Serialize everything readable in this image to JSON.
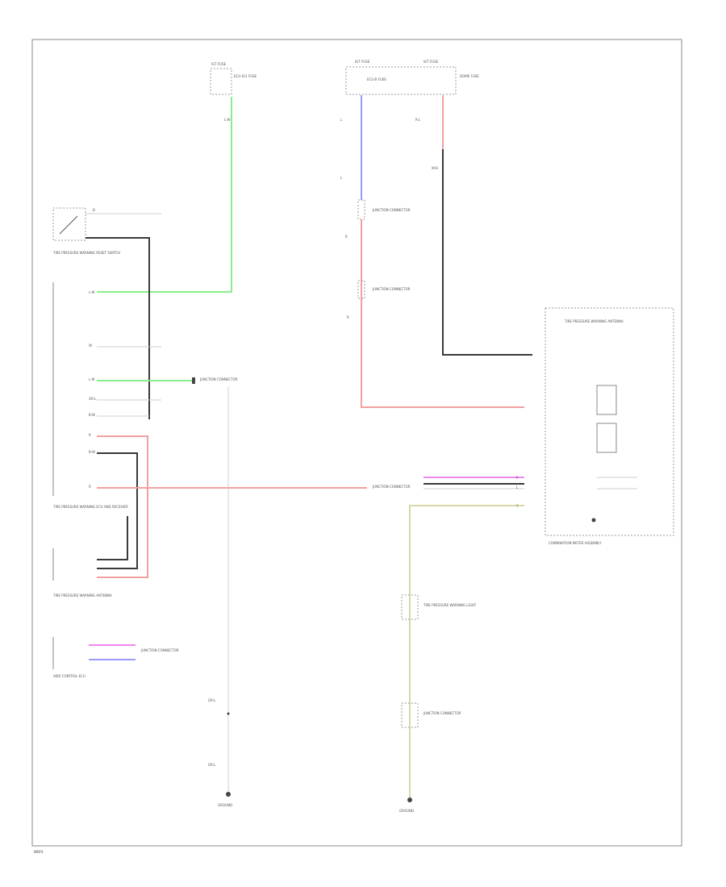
{
  "page": {
    "footer_code": "W0F4"
  },
  "connectors": {
    "top_left_fuse": "IGT FUSE",
    "top_left_fuse_pin": "ECU-IG1 FUSE",
    "top_mid_fuse": "IGT FUSE",
    "top_mid_fuse_pin": "ECU-B FUSE",
    "top_right_fuse": "IGT FUSE",
    "top_right_fuse_pin": "DOME FUSE",
    "reset_switch": "TIRE PRESSURE WARNING RESET SWITCH",
    "receiver": "TIRE PRESSURE WARNING ECU AND RECEIVER",
    "antenna": "TIRE PRESSURE WARNING ANTENNA",
    "combination_meter": "COMBINATION METER ASSEMBLY",
    "can_lamp": "TIRE PRESSURE WARNING LIGHT",
    "jb_left": "JUNCTION CONNECTOR",
    "jb_mid": "JUNCTION CONNECTOR",
    "jb_bottom": "JUNCTION CONNECTOR",
    "ground_left": "GROUND",
    "ground_right": "GROUND",
    "skid_control": "SKID CONTROL ECU"
  },
  "wire_labels": {
    "w1": "B-W",
    "w2": "GR-L",
    "w3": "GR-L",
    "w4": "GR-L",
    "w5": "L-W",
    "w6": "R",
    "w7": "R-L",
    "w8": "W-B",
    "w9": "B",
    "w10": "W",
    "w11": "P",
    "w12": "L",
    "w13": "Y"
  }
}
